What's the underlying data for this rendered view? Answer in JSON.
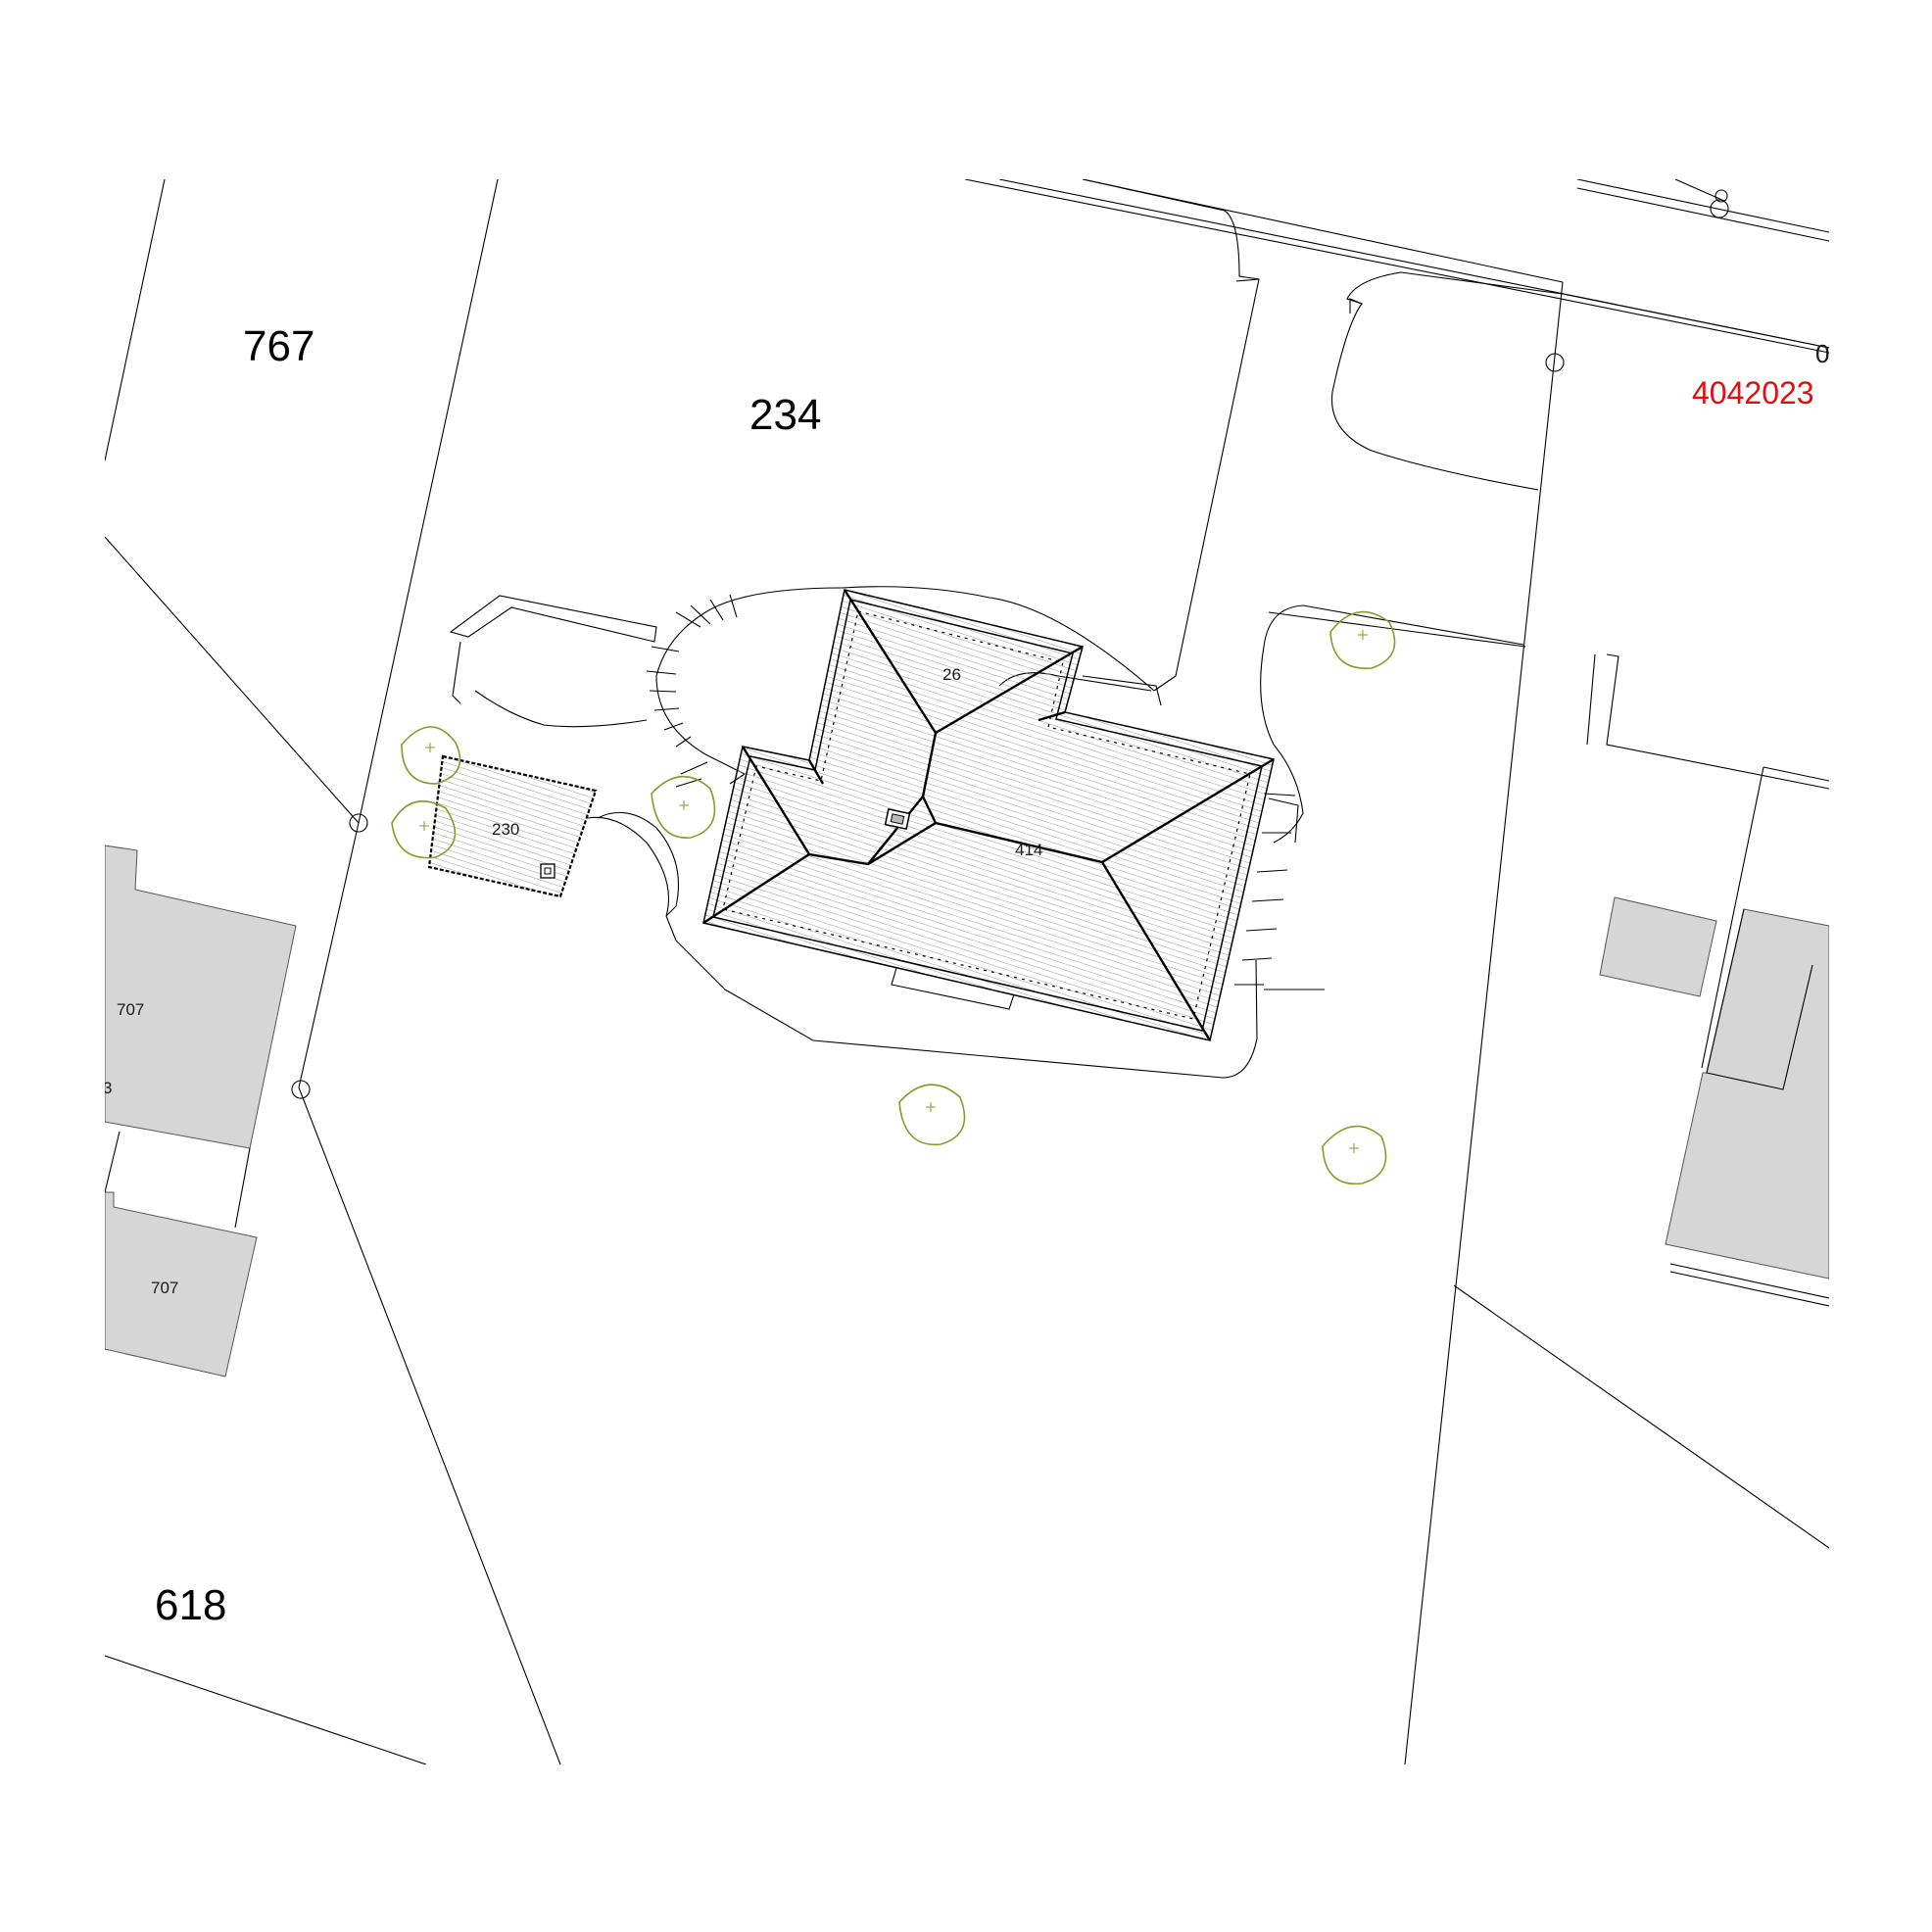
{
  "parcels": {
    "p767": "767",
    "p234": "234",
    "p618": "618"
  },
  "buildings": {
    "house_a": "26",
    "house_b": "414",
    "shed": "230",
    "neighbor_top": "707",
    "neighbor_bottom": "707",
    "neighbor_partial": "3"
  },
  "labels": {
    "edge_zero": "0",
    "parcel_code": "4042023"
  },
  "colors": {
    "parcel_code": "#e01010",
    "tree": "#8a9a2a",
    "neighbor_fill": "#d6d6d6",
    "roof_hatch": "#9a9a9a"
  }
}
